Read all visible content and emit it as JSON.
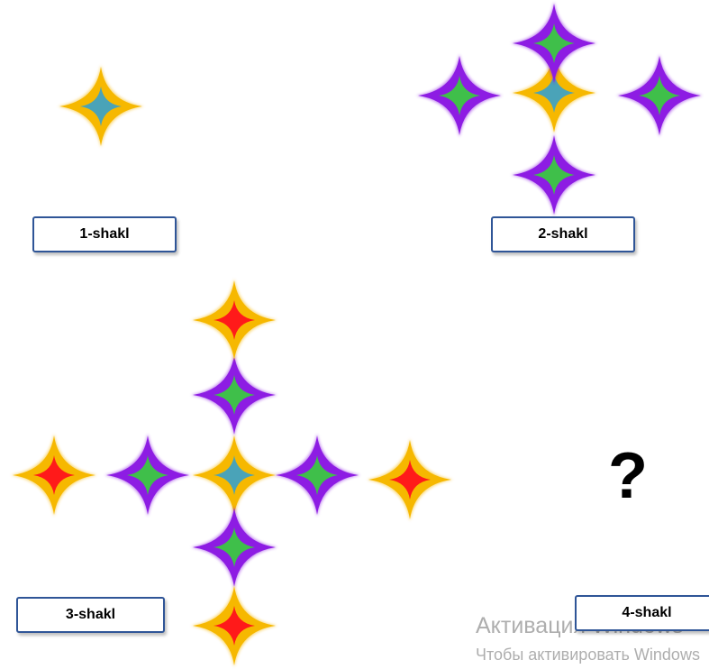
{
  "colors": {
    "gold": "#f6b800",
    "purple": "#8d1ce3",
    "teal": "#4aa3b8",
    "green": "#3fbf4a",
    "red": "#ff1a1a"
  },
  "figures": [
    {
      "label": "1-shakl",
      "stars": [
        {
          "outer": "gold",
          "inner": "teal"
        }
      ]
    },
    {
      "label": "2-shakl",
      "stars": [
        {
          "outer": "gold",
          "inner": "teal"
        },
        {
          "outer": "purple",
          "inner": "green"
        },
        {
          "outer": "purple",
          "inner": "green"
        },
        {
          "outer": "purple",
          "inner": "green"
        },
        {
          "outer": "purple",
          "inner": "green"
        }
      ]
    },
    {
      "label": "3-shakl",
      "stars": [
        {
          "outer": "gold",
          "inner": "teal"
        },
        {
          "outer": "purple",
          "inner": "green"
        },
        {
          "outer": "purple",
          "inner": "green"
        },
        {
          "outer": "purple",
          "inner": "green"
        },
        {
          "outer": "purple",
          "inner": "green"
        },
        {
          "outer": "gold",
          "inner": "red"
        },
        {
          "outer": "gold",
          "inner": "red"
        },
        {
          "outer": "gold",
          "inner": "red"
        },
        {
          "outer": "gold",
          "inner": "red"
        }
      ]
    },
    {
      "label": "4-shakl",
      "stars": []
    }
  ],
  "question_mark": "?",
  "watermark": {
    "line1": "Активация Windows",
    "line2": "Чтобы активировать Windows"
  }
}
